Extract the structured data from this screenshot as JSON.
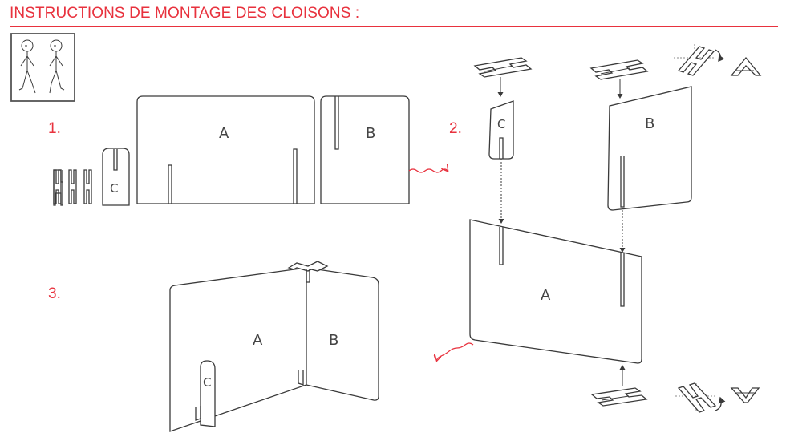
{
  "title": "INSTRUCTIONS DE MONTAGE DES CLOISONS :",
  "steps": [
    "1.",
    "2.",
    "3."
  ],
  "panels": {
    "a": "A",
    "b": "B",
    "c": "C"
  },
  "colors": {
    "accent": "#e8323e",
    "line": "#3a3a3a"
  }
}
